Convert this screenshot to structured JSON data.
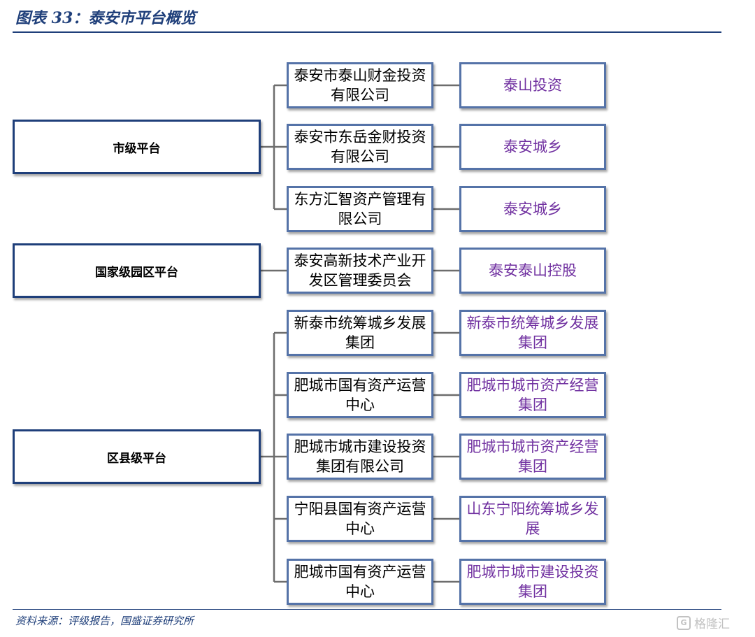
{
  "header": {
    "title": "图表 33：泰安市平台概览"
  },
  "footer": {
    "source": "资料来源：评级报告，国盛证券研究所",
    "watermark": "格隆汇"
  },
  "levels": {
    "city": "市级平台",
    "national_park": "国家级园区平台",
    "county": "区县级平台"
  },
  "rows": [
    {
      "entity": "泰安市泰山财金投资有限公司",
      "platform": "泰山投资"
    },
    {
      "entity": "泰安市东岳金财投资有限公司",
      "platform": "泰安城乡"
    },
    {
      "entity": "东方汇智资产管理有限公司",
      "platform": "泰安城乡"
    },
    {
      "entity": "泰安高新技术产业开发区管理委员会",
      "platform": "泰安泰山控股"
    },
    {
      "entity": "新泰市统筹城乡发展集团",
      "platform": "新泰市统筹城乡发展集团"
    },
    {
      "entity": "肥城市国有资产运营中心",
      "platform": "肥城市城市资产经营集团"
    },
    {
      "entity": "肥城市城市建设投资集团有限公司",
      "platform": "肥城市城市资产经营集团"
    },
    {
      "entity": "宁阳县国有资产运营中心",
      "platform": "山东宁阳统筹城乡发展"
    },
    {
      "entity": "肥城市国有资产运营中心",
      "platform": "肥城市城市建设投资集团"
    }
  ]
}
